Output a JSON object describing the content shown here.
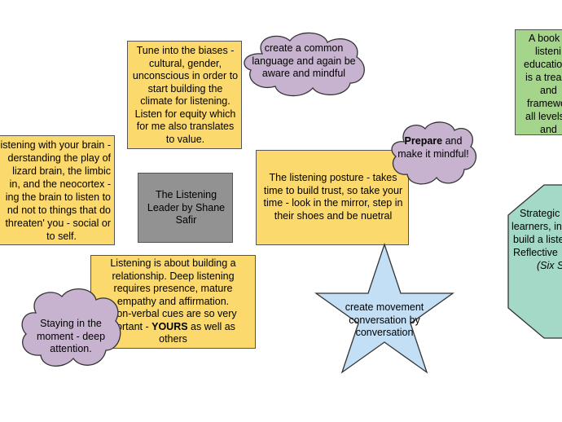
{
  "nodes": {
    "biases": "Tune into the biases - cultural, gender, unconscious in order to start building the climate for listening. Listen for equity which for me also translates to value.",
    "common_language": "create a common language and again be aware and mindful",
    "book": [
      "A book",
      "listeni",
      "education",
      "is a trea",
      "and",
      "framewo",
      "all levels",
      "and"
    ],
    "brain": [
      "istening with your brain -",
      "derstanding the play of",
      "lizard brain, the limbic",
      "in, and the neocortex -",
      "ing the brain to listen to",
      "nd not to things that do",
      "threaten' you - social or",
      "to self."
    ],
    "title": "The Listening Leader by Shane Safir",
    "posture": "The listening posture - takes time to build trust, so take your time - look in the mirror, step in their shoes and be nuetral",
    "prepare_bold": "Prepare",
    "prepare_rest": " and make it mindful!",
    "relationship_lines": [
      "Listening is about building a",
      "relationship. Deep listening",
      "requires presence, mature",
      "empathy and affirmation.",
      "Non-verbal cues are so very",
      "portant - "
    ],
    "relationship_bold": "YOURS",
    "relationship_tail": " as well as",
    "relationship_last": "others",
    "staying": "Staying in the moment - deep attention.",
    "movement": "create movement conversation by conversation",
    "strategic": [
      "Strategic",
      "learners, in",
      "build a liste",
      "Reflective"
    ],
    "strategic_italic": "(Six S"
  },
  "colors": {
    "yellow": "#fbd96c",
    "purple": "#c7b3d0",
    "green": "#a5d58a",
    "teal": "#a4d9c8",
    "star": "#c2dff5",
    "gray": "#929292"
  }
}
